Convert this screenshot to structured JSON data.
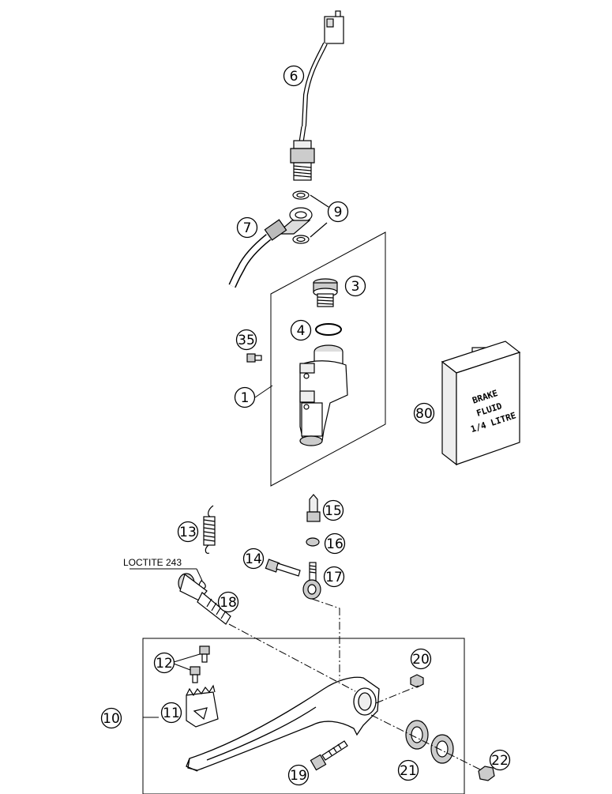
{
  "callouts": {
    "c1": "1",
    "c3": "3",
    "c4": "4",
    "c6": "6",
    "c7": "7",
    "c9": "9",
    "c10": "10",
    "c11": "11",
    "c12": "12",
    "c13": "13",
    "c14": "14",
    "c15": "15",
    "c16": "16",
    "c17": "17",
    "c18": "18",
    "c19": "19",
    "c20": "20",
    "c21": "21",
    "c22": "22",
    "c35": "35",
    "c80": "80"
  },
  "annotations": {
    "loctite": "LOCTITE 243"
  },
  "fluid_jug": {
    "line1": "BRAKE",
    "line2": "FLUID",
    "line3": "1/4 LITRE"
  }
}
